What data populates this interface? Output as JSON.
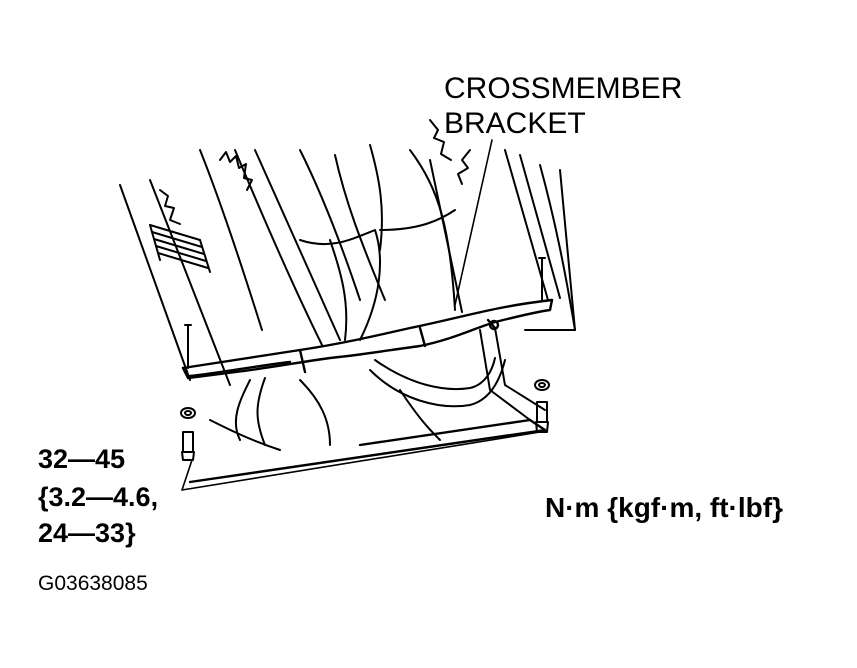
{
  "callout": {
    "line1": "CROSSMEMBER",
    "line2": "BRACKET"
  },
  "torque_spec": {
    "line1": "32—45",
    "line2": "{3.2—4.6,",
    "line3": "24—33}"
  },
  "units_label": "N·m {kgf·m, ft·lbf}",
  "figure_id": "G03638085",
  "colors": {
    "ink": "#000000",
    "paper": "#ffffff"
  }
}
